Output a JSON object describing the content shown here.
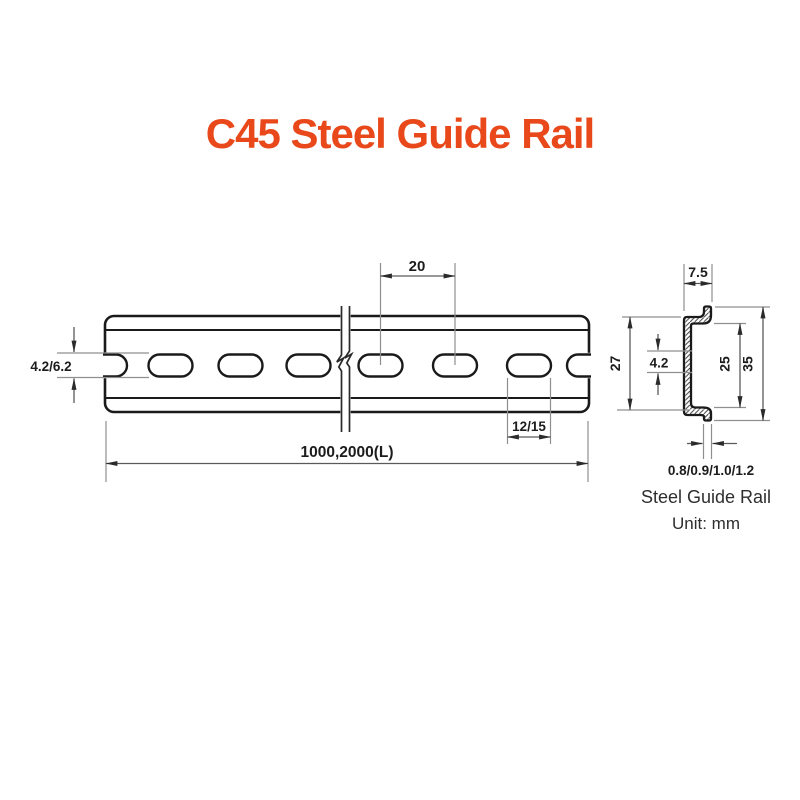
{
  "title": "C45 Steel Guide Rail",
  "colors": {
    "title_accent": "#E8481A",
    "line": "#1a1a1a",
    "dimension": "#5a5a5a"
  },
  "side_view": {
    "dims": {
      "hole_pitch": "20",
      "slot_height": "4.2/6.2",
      "slot_width": "12/15",
      "length": "1000,2000(L)"
    }
  },
  "cross_section": {
    "dims": {
      "top_depth": "7.5",
      "outer_height": "27",
      "slot_height": "4.2",
      "inner_height": "25",
      "total_height": "35",
      "thickness": "0.8/0.9/1.0/1.2"
    },
    "caption": "Steel Guide Rail",
    "unit": "Unit: mm"
  }
}
